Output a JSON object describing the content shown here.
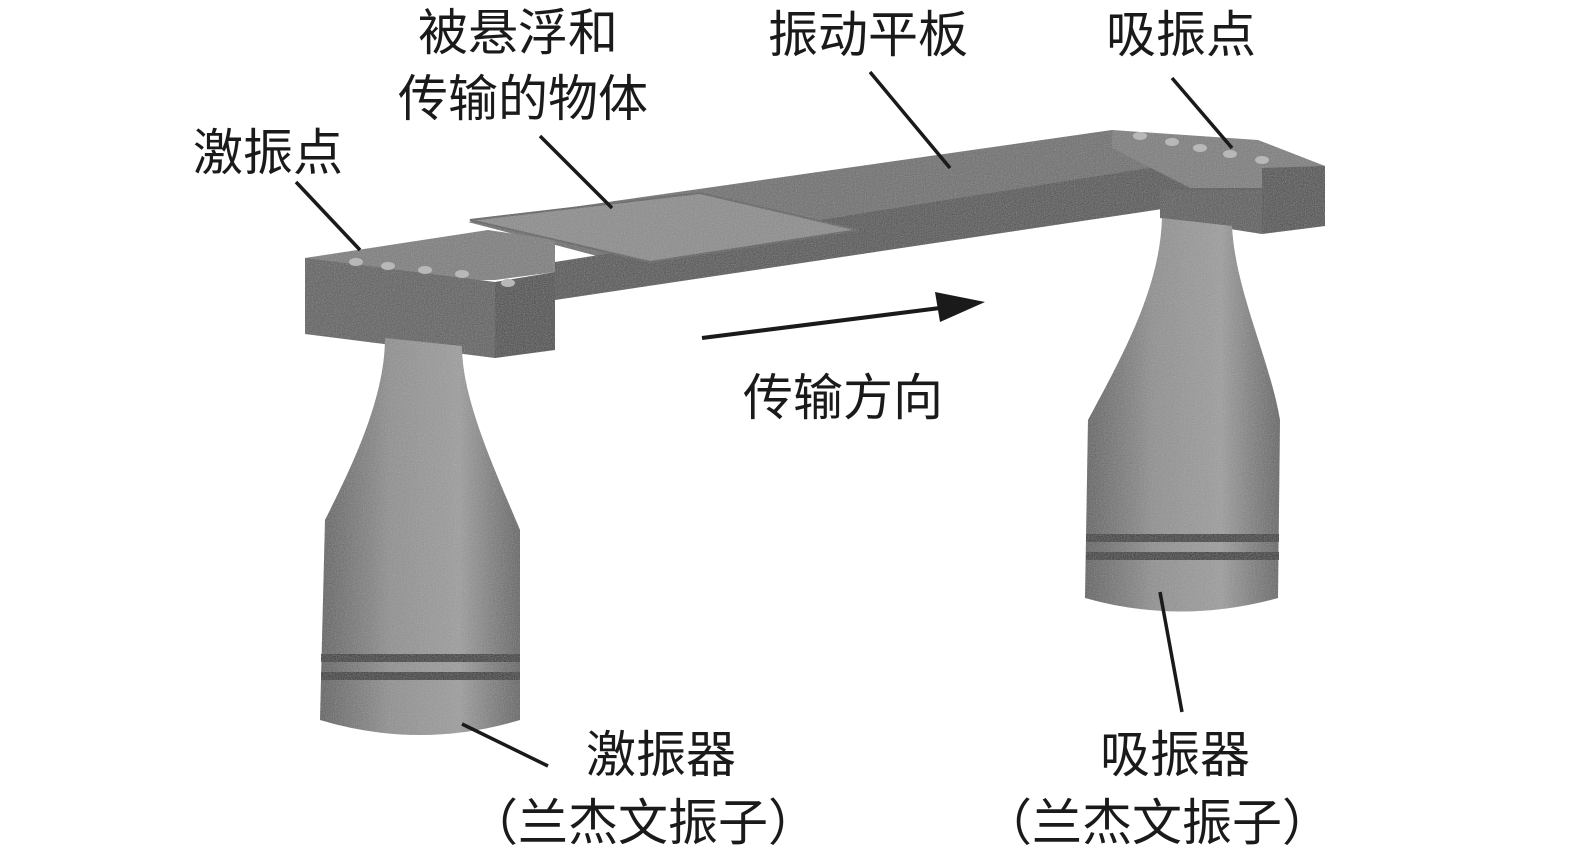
{
  "labels": {
    "suspended_object": [
      "被悬浮和",
      "传输的物体"
    ],
    "vibrating_plate": "振动平板",
    "absorption_point": "吸振点",
    "excitation_point": "激振点",
    "transport_direction": "传输方向",
    "exciter": [
      "激振器",
      "（兰杰文振子）"
    ],
    "absorber": [
      "吸振器",
      "（兰杰文振子）"
    ]
  },
  "colors": {
    "metal_dark": "#4a4a4a",
    "metal_mid": "#6e6e6e",
    "metal_light": "#9a9a9a",
    "ink": "#1a1a1a"
  }
}
